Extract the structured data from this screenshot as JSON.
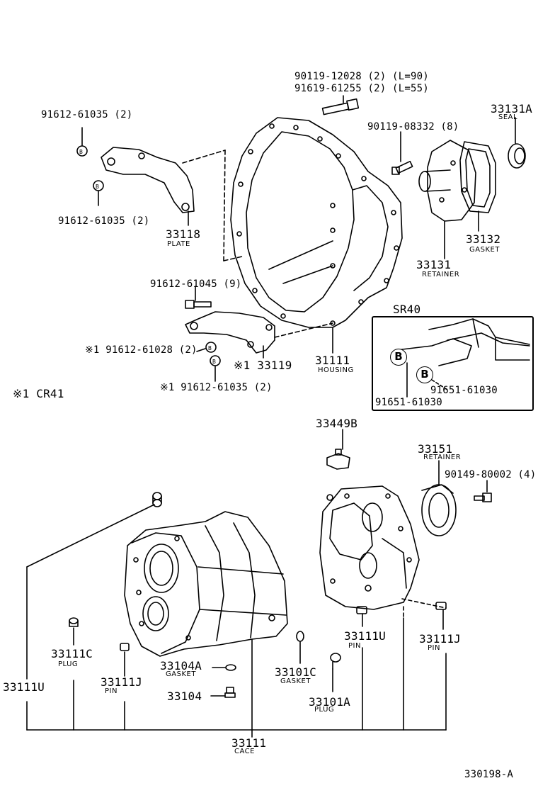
{
  "labels": {
    "bolt_long": "90119-12028 (2) (L=90)",
    "bolt_short": "91619-61255 (2) (L=55)",
    "bolt_8332": "90119-08332 (8)",
    "seal_no": "33131A",
    "seal_name": "SEAL",
    "bolt_plate_top": "91612-61035 (2)",
    "bolt_plate_bottom": "91612-61035 (2)",
    "plate_no": "33118",
    "plate_name": "PLATE",
    "gasket_no": "33132",
    "gasket_name": "GASKET",
    "retainer_no": "33131",
    "retainer_name": "RETAINER",
    "bolt_9": "91612-61045 (9)",
    "sr40": "SR40",
    "bolt_61028": "※1 91612-61028 (2)",
    "bracket_no": "※1 33119",
    "housing_no": "31111",
    "housing_name": "HOUSING",
    "bolt_61035b": "※1  91612-61035 (2)",
    "note_cr41": "※1 CR41",
    "inset_bolt_right": "91651-61030",
    "inset_bolt_left": "91651-61030",
    "sensor_no": "33449B",
    "retainer2_no": "33151",
    "retainer2_name": "RETAINER",
    "bolt_80002": "90149-80002 (4)",
    "plug_c_no": "33111C",
    "plug_c_name": "PLUG",
    "pin_j_no": "33111J",
    "pin_j_name": "PIN",
    "gasket_a_no": "33104A",
    "gasket_a_name": "GASKET",
    "plug_104": "33104",
    "gasket_c_no": "33101C",
    "gasket_c_name": "GASKET",
    "plug_a_no": "33101A",
    "plug_a_name": "PLUG",
    "pin_u_no": "33111U",
    "pin_u_name": "PIN",
    "pin_j2_no": "33111J",
    "pin_j2_name": "PIN",
    "pin_u_left": "33111U",
    "case_no": "33111",
    "case_name": "CACE",
    "drawing_no": "330198-A",
    "circle_b": "B"
  },
  "icons": [
    "bolt-icon",
    "nut-b-icon",
    "seal-icon",
    "pin-icon",
    "plug-icon"
  ]
}
